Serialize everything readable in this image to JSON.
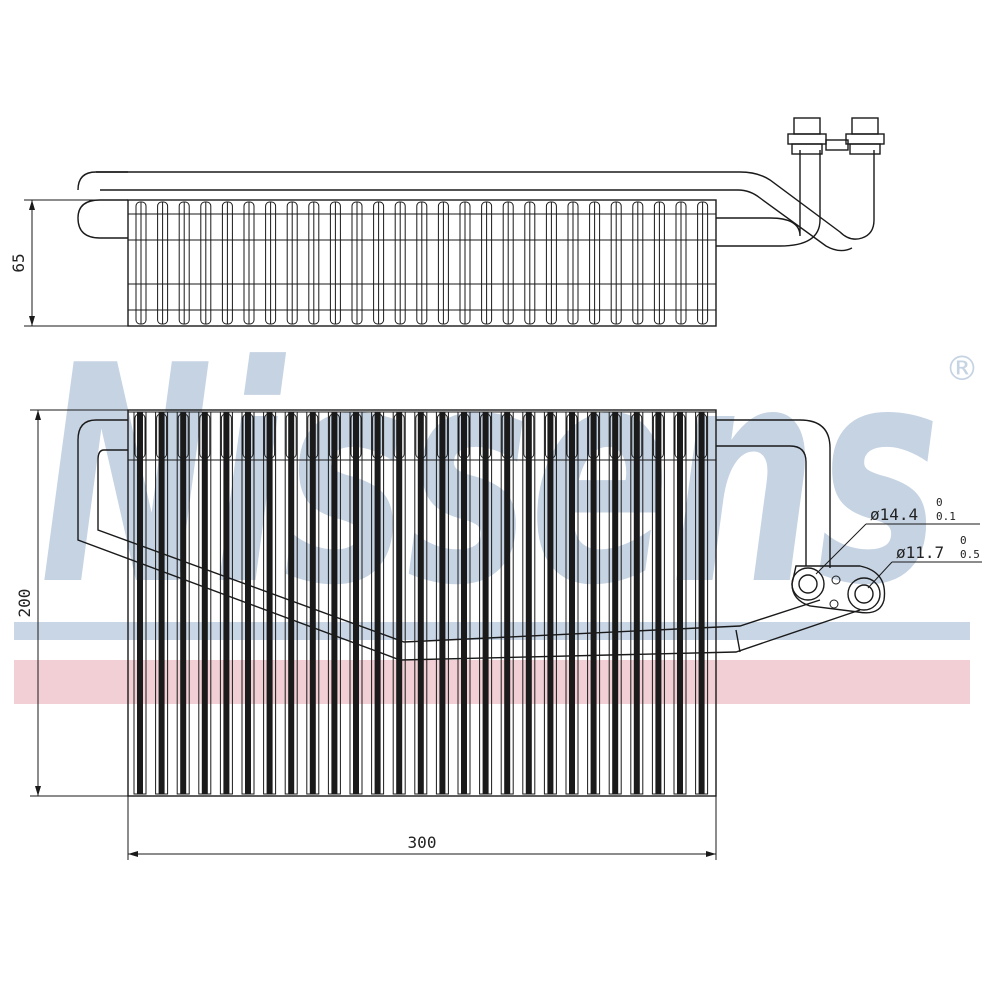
{
  "watermark": {
    "brand": "Nissens",
    "registered": "®",
    "color_text": "#c5d3e3",
    "color_band_blue": "#c9d6e6",
    "color_band_red": "#f1cfd5"
  },
  "dimensions": {
    "depth": "65",
    "height": "200",
    "width": "300",
    "outlet_diameter": {
      "base": "ø14.4",
      "upper": "0",
      "lower": "0.1"
    },
    "inlet_diameter": {
      "base": "ø11.7",
      "upper": "0",
      "lower": "0.5"
    }
  },
  "colors": {
    "stroke": "#1a1a1a"
  }
}
